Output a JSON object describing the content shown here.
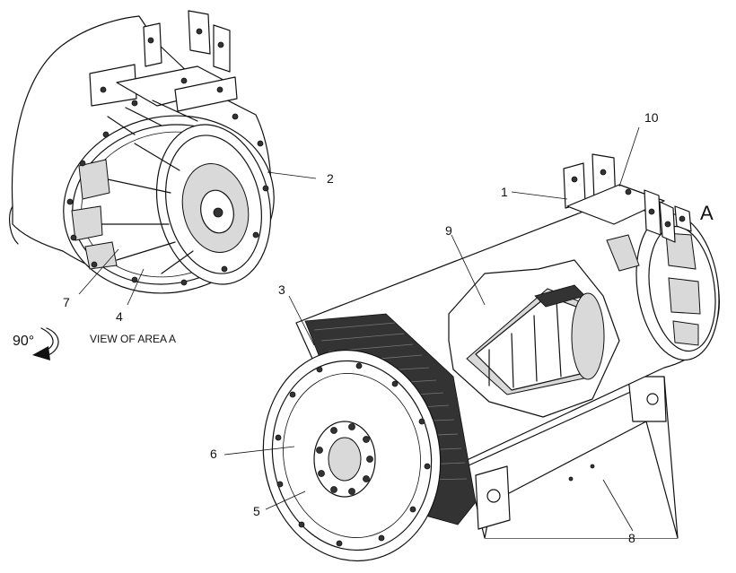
{
  "callouts": {
    "c1": "1",
    "c2": "2",
    "c3": "3",
    "c4": "4",
    "c5": "5",
    "c6": "6",
    "c7": "7",
    "c8": "8",
    "c9": "9",
    "c10": "10"
  },
  "area_marker": "A",
  "view_caption": "VIEW OF AREA  A",
  "rotation_label": "90°",
  "icons": {
    "rotation": "curved-arrow-icon"
  }
}
